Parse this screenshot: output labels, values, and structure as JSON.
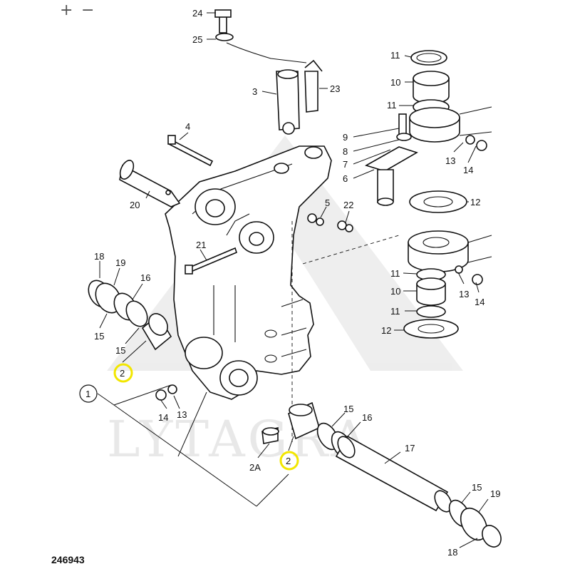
{
  "viewer": {
    "zoom_in": "+",
    "zoom_out": "−"
  },
  "drawing": {
    "reference_number": "246943",
    "watermark": "LYTAGRA",
    "highlight_color": "#f2e600",
    "callouts": [
      {
        "id": "c24",
        "label": "24"
      },
      {
        "id": "c25",
        "label": "25"
      },
      {
        "id": "c3",
        "label": "3"
      },
      {
        "id": "c23",
        "label": "23"
      },
      {
        "id": "c4",
        "label": "4"
      },
      {
        "id": "c20",
        "label": "20"
      },
      {
        "id": "c21",
        "label": "21"
      },
      {
        "id": "c5",
        "label": "5"
      },
      {
        "id": "c22",
        "label": "22"
      },
      {
        "id": "c9",
        "label": "9"
      },
      {
        "id": "c8",
        "label": "8"
      },
      {
        "id": "c7",
        "label": "7"
      },
      {
        "id": "c6",
        "label": "6"
      },
      {
        "id": "c11a",
        "label": "11"
      },
      {
        "id": "c10a",
        "label": "10"
      },
      {
        "id": "c11b",
        "label": "11"
      },
      {
        "id": "c13a",
        "label": "13"
      },
      {
        "id": "c14a",
        "label": "14"
      },
      {
        "id": "c12a",
        "label": "12"
      },
      {
        "id": "c11c",
        "label": "11"
      },
      {
        "id": "c10b",
        "label": "10"
      },
      {
        "id": "c11d",
        "label": "11"
      },
      {
        "id": "c12b",
        "label": "12"
      },
      {
        "id": "c13b",
        "label": "13"
      },
      {
        "id": "c14b",
        "label": "14"
      },
      {
        "id": "c18a",
        "label": "18"
      },
      {
        "id": "c19a",
        "label": "19"
      },
      {
        "id": "c16a",
        "label": "16"
      },
      {
        "id": "c15a",
        "label": "15"
      },
      {
        "id": "c15b",
        "label": "15"
      },
      {
        "id": "c2a",
        "label": "2"
      },
      {
        "id": "c1",
        "label": "1"
      },
      {
        "id": "c14c",
        "label": "14"
      },
      {
        "id": "c13c",
        "label": "13"
      },
      {
        "id": "c2A",
        "label": "2A"
      },
      {
        "id": "c2b",
        "label": "2"
      },
      {
        "id": "c15c",
        "label": "15"
      },
      {
        "id": "c16b",
        "label": "16"
      },
      {
        "id": "c17",
        "label": "17"
      },
      {
        "id": "c15d",
        "label": "15"
      },
      {
        "id": "c19b",
        "label": "19"
      },
      {
        "id": "c18b",
        "label": "18"
      }
    ]
  }
}
